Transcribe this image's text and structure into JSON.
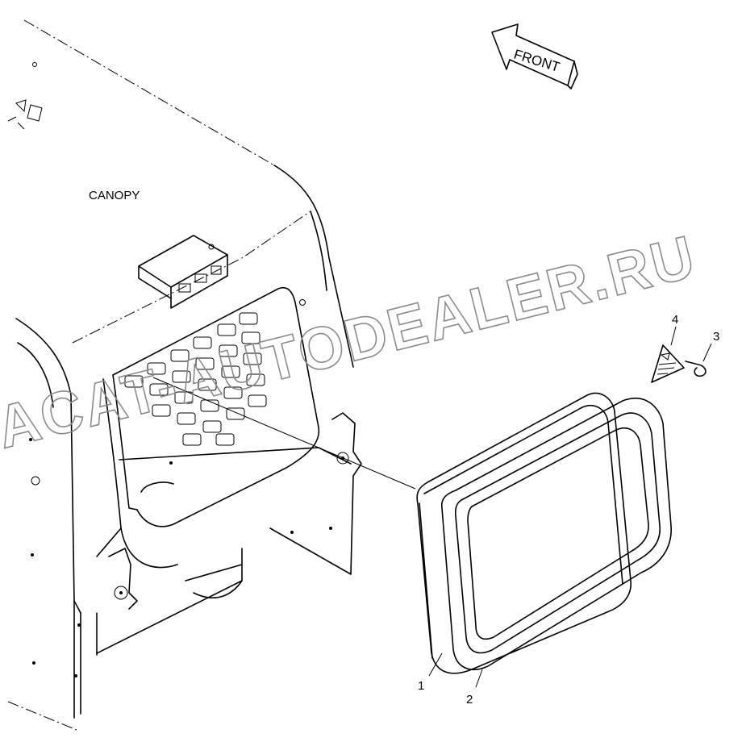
{
  "diagram": {
    "canopy_label": "CANOPY",
    "front_label": "FRONT",
    "callouts": {
      "part_1": "1",
      "part_2": "2",
      "part_3": "3",
      "part_4": "4"
    },
    "watermark": "ACAT-AUTODEALER.RU"
  }
}
